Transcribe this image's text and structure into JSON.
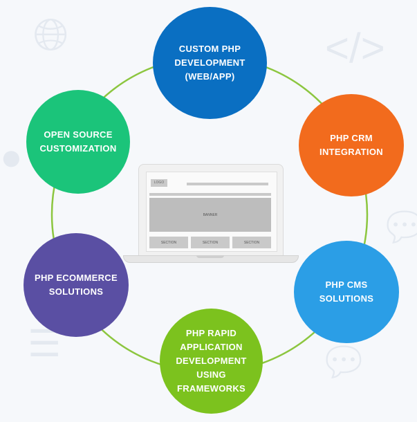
{
  "diagram": {
    "center_laptop": {
      "logo": "LOGO",
      "banner": "BANNER",
      "sections": [
        "SECTION",
        "SECTION",
        "SECTION"
      ]
    },
    "nodes": [
      {
        "label": "CUSTOM PHP\nDEVELOPMENT\n(WEB/APP)",
        "color": "#0a6fc2"
      },
      {
        "label": "PHP CRM\nINTEGRATION",
        "color": "#f26b1d"
      },
      {
        "label": "PHP CMS\nSOLUTIONS",
        "color": "#2b9ee6"
      },
      {
        "label": "PHP RAPID\nAPPLICATION\nDEVELOPMENT\nUSING\nFRAMEWORKS",
        "color": "#7cc21e"
      },
      {
        "label": "PHP ECOMMERCE\nSOLUTIONS",
        "color": "#5a4fa3"
      },
      {
        "label": "OPEN SOURCE\nCUSTOMIZATION",
        "color": "#1bc47a"
      }
    ],
    "ring_color": "#8cc63f",
    "background_icons": [
      "globe-icon",
      "code-icon",
      "chat-icon",
      "chat-icon",
      "document-icon",
      "user-icon"
    ]
  }
}
